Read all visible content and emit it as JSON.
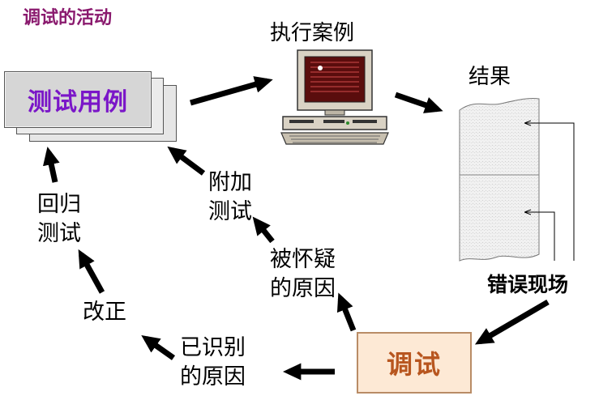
{
  "title": "调试的活动",
  "nodes": {
    "test_cases": "测试用例",
    "execute": "执行案例",
    "results": "结果",
    "error_scene": "错误现场",
    "debug": "调试",
    "suspected_cause": [
      "被怀疑",
      "的原因"
    ],
    "identified_cause": [
      "已识别",
      "的原因"
    ],
    "correct": "改正",
    "regression_test": [
      "回归",
      "测试"
    ],
    "additional_test": [
      "附加",
      "测试"
    ]
  },
  "colors": {
    "title": "#8a1a6e",
    "test_cases_text": "#7a16c8",
    "debug_text": "#b8561f",
    "debug_fill": "#fde9d5",
    "arrow": "#000000"
  },
  "icons": [
    "computer-icon",
    "document-stack-icon",
    "results-document-icon"
  ]
}
